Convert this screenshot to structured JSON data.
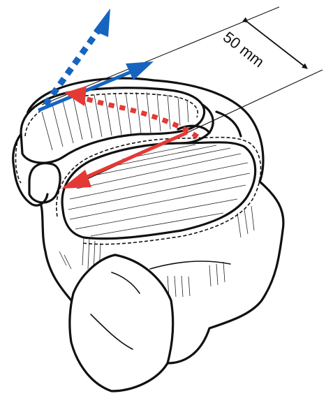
{
  "measurement": {
    "label": "50 mm"
  },
  "colors": {
    "blue": "#1565c0",
    "red": "#e53935",
    "outline": "#111111"
  },
  "arrows": [
    {
      "name": "blue-solid-arrow",
      "color": "blue",
      "style": "solid"
    },
    {
      "name": "blue-dotted-arrow",
      "color": "blue",
      "style": "dotted"
    },
    {
      "name": "red-solid-arrow",
      "color": "red",
      "style": "solid"
    },
    {
      "name": "red-dotted-arrow",
      "color": "red",
      "style": "dotted"
    }
  ]
}
